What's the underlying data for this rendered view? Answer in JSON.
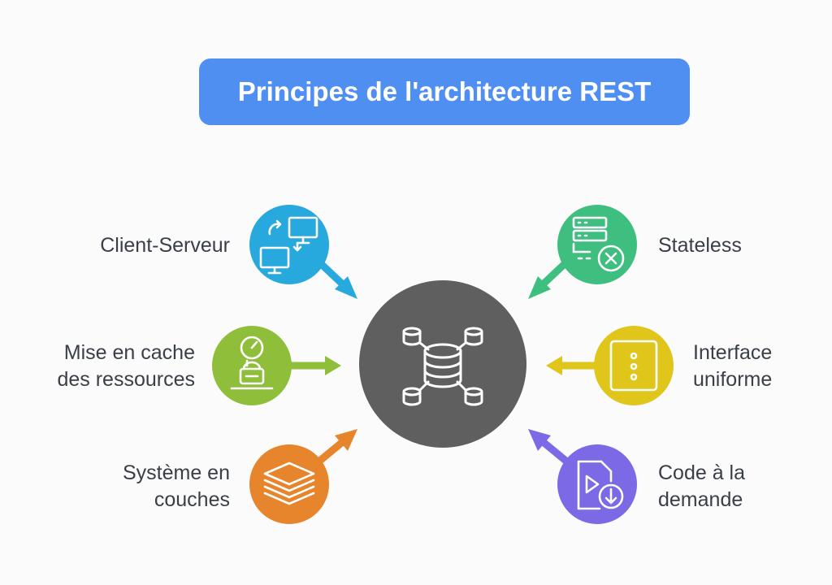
{
  "title": "Principes de l'architecture REST",
  "colors": {
    "title_bg": "#4f8ff2",
    "center": "#5f5f5f",
    "client_serveur": "#27a9de",
    "stateless": "#3fbf7f",
    "cache": "#8fbe3b",
    "interface": "#e0c51a",
    "couches": "#e7852c",
    "code": "#7b69e6"
  },
  "center": {
    "icon": "database-network-icon"
  },
  "principles": [
    {
      "id": "client-serveur",
      "line1": "Client-Serveur",
      "line2": "",
      "icon": "client-server-icon"
    },
    {
      "id": "stateless",
      "line1": "Stateless",
      "line2": "",
      "icon": "server-cancel-icon"
    },
    {
      "id": "cache",
      "line1": "Mise en cache",
      "line2": "des ressources",
      "icon": "cache-user-icon"
    },
    {
      "id": "interface",
      "line1": "Interface",
      "line2": "uniforme",
      "icon": "uniform-interface-icon"
    },
    {
      "id": "couches",
      "line1": "Système en",
      "line2": "couches",
      "icon": "layers-icon"
    },
    {
      "id": "code",
      "line1": "Code à la",
      "line2": "demande",
      "icon": "code-download-icon"
    }
  ]
}
